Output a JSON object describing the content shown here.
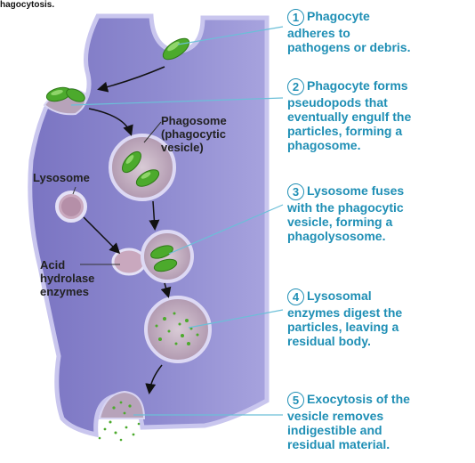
{
  "heading": "hagocytosis.",
  "labels": {
    "phagosome": "Phagosome\n(phagocytic\nvesicle)",
    "lysosome": "Lysosome",
    "enzymes": "Acid\nhydrolase\nenzymes"
  },
  "steps": [
    {
      "num": "1",
      "text": "Phagocyte\nadheres to\npathogens or debris."
    },
    {
      "num": "2",
      "text": "Phagocyte forms\npseudopods that\neventually engulf the\nparticles, forming a\nphagosome."
    },
    {
      "num": "3",
      "text": "Lysosome fuses\nwith the phagocytic\nvesicle, forming a\nphagolysosome."
    },
    {
      "num": "4",
      "text": "Lysosomal\nenzymes digest the\nparticles, leaving a\nresidual body."
    },
    {
      "num": "5",
      "text": "Exocytosis of the\nvesicle removes\nindigestible and\nresidual material."
    }
  ],
  "colors": {
    "cell": "#8c88cc",
    "membrane": "#c8c4ec",
    "bacteria": "#4caa2c",
    "step_text": "#1f8fb5",
    "vesicle": "#b6a0b6"
  }
}
